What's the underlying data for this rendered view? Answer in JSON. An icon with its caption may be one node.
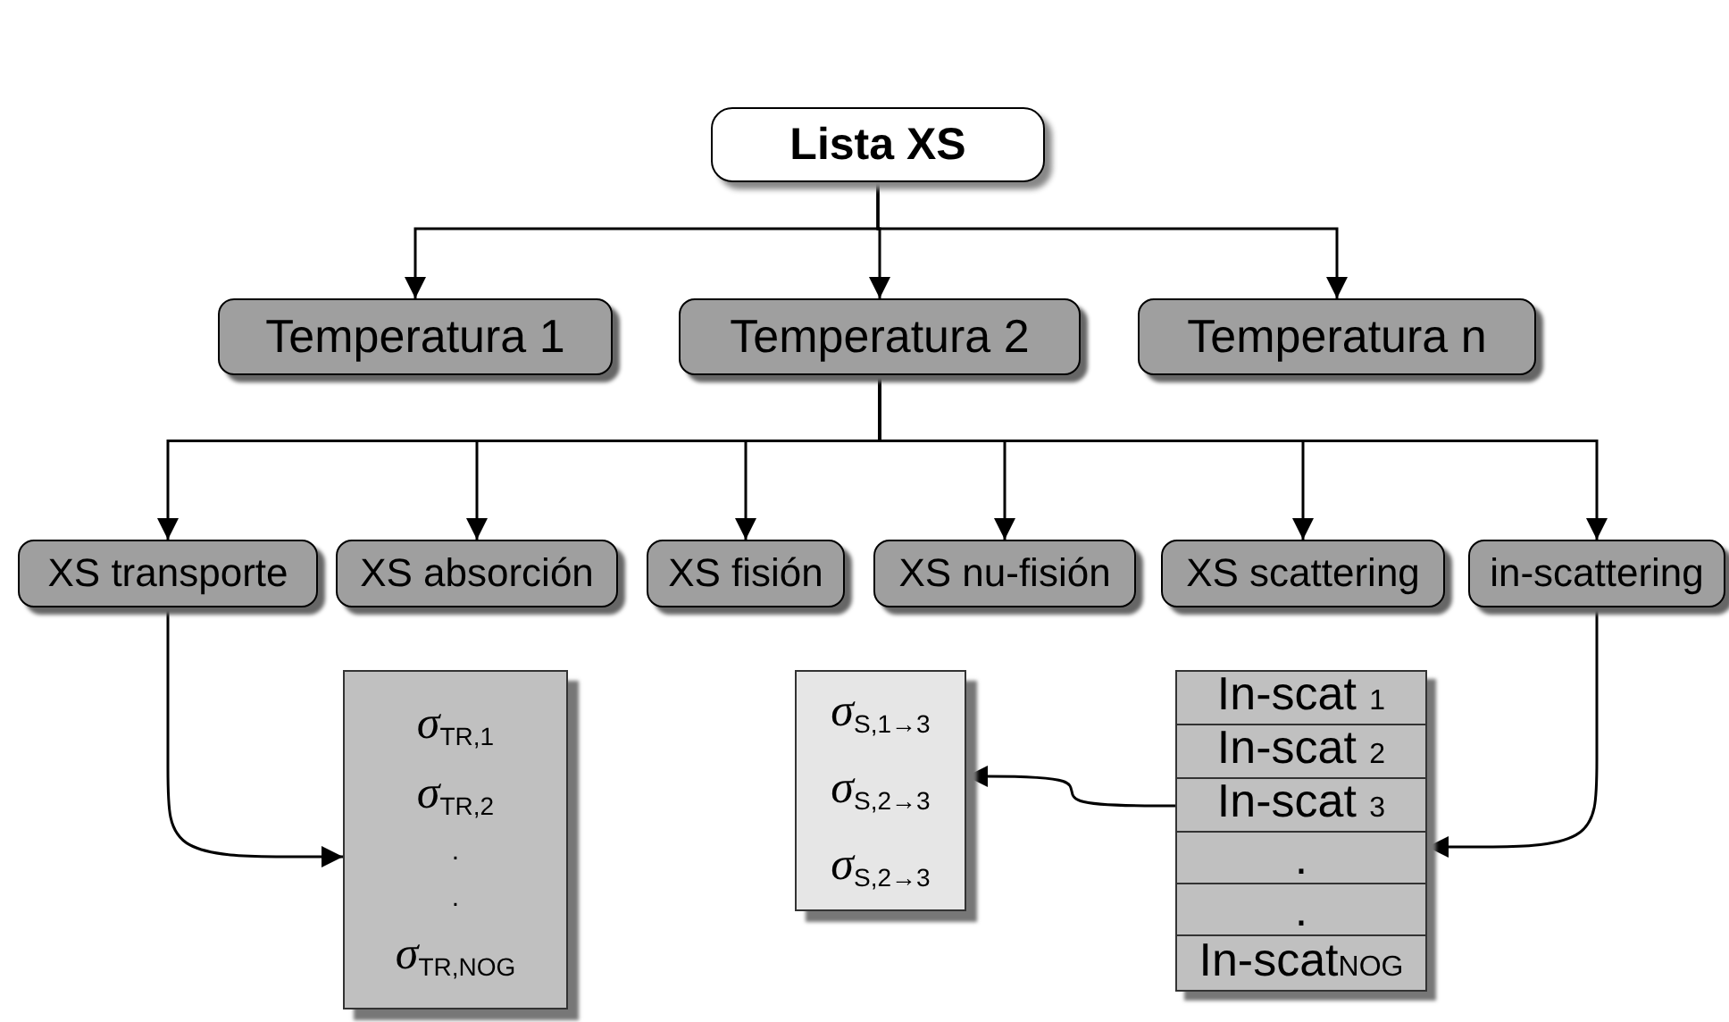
{
  "diagram": {
    "nodes": [
      {
        "text": [
          "Lista XS"
        ]
      },
      {
        "text": [
          "Temperatura 1"
        ]
      },
      {
        "text": [
          "Temperatura 2"
        ]
      },
      {
        "text": [
          "Temperatura n"
        ]
      },
      {
        "text": [
          "XS transporte"
        ]
      },
      {
        "text": [
          "XS absorción"
        ]
      },
      {
        "text": [
          "XS fisión"
        ]
      },
      {
        "text": [
          "XS nu-fisión"
        ]
      },
      {
        "text": [
          "XS scattering"
        ]
      },
      {
        "text": [
          "in-scattering"
        ]
      },
      {
        "text": [
          "*σ*$_{TR,1}$",
          "*σ*$_{TR,2}$",
          ".",
          ".",
          "*σ*$_{TR,NOG}$"
        ]
      },
      {
        "text": [
          "*σ*$_{S,1→3}$",
          "*σ*$_{S,2→3}$",
          "*σ*$_{S,2→3}$"
        ]
      },
      {
        "text": [],
        "shape": "box"
      },
      {
        "text": [
          "In-scat $_{1}$"
        ],
        "in": 12
      },
      {
        "text": [
          "In-scat $_{2}$"
        ],
        "in": 12
      },
      {
        "text": [
          "In-scat $_{3}$"
        ],
        "in": 12
      },
      {
        "text": [
          "."
        ],
        "in": 12
      },
      {
        "text": [
          "."
        ],
        "in": 12
      },
      {
        "text": [
          "In-scat$_{NOG}$"
        ],
        "in": 12
      }
    ],
    "edges": [
      {
        "from": 0,
        "to": 1,
        "arrow": "to"
      },
      {
        "from": 0,
        "to": 2,
        "arrow": "to"
      },
      {
        "from": 0,
        "to": 3,
        "arrow": "to"
      },
      {
        "from": 2,
        "to": 4,
        "arrow": "to"
      },
      {
        "from": 2,
        "to": 5,
        "arrow": "to"
      },
      {
        "from": 2,
        "to": 6,
        "arrow": "to"
      },
      {
        "from": 2,
        "to": 7,
        "arrow": "to"
      },
      {
        "from": 2,
        "to": 8,
        "arrow": "to"
      },
      {
        "from": 2,
        "to": 9,
        "arrow": "to"
      },
      {
        "from": 4,
        "to": 10,
        "arrow": "to"
      },
      {
        "from": 9,
        "to": 12,
        "arrow": "to"
      },
      {
        "from": 15,
        "to": 11,
        "arrow": "to"
      }
    ]
  }
}
